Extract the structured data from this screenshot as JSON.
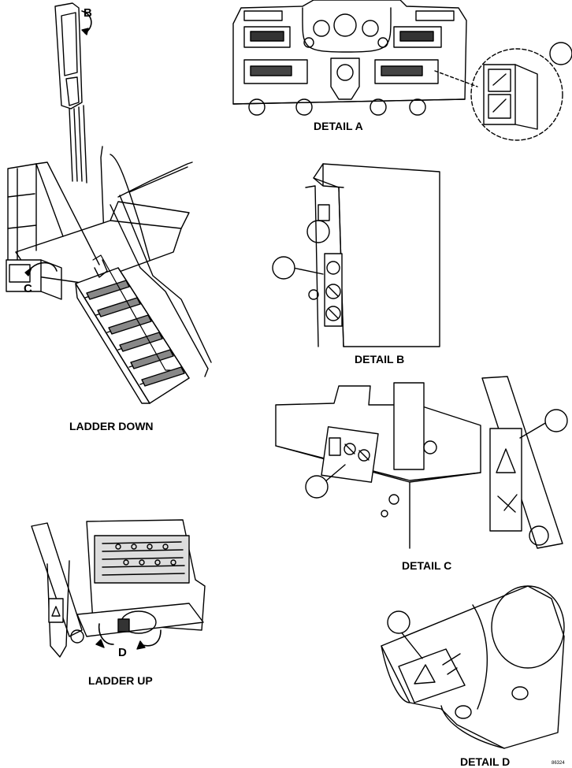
{
  "labels": {
    "detail_a": "DETAIL A",
    "detail_b": "DETAIL B",
    "detail_c": "DETAIL C",
    "detail_d": "DETAIL D",
    "ladder_down": "LADDER DOWN",
    "ladder_up": "LADDER UP"
  },
  "callouts": {
    "b": "B",
    "c": "C",
    "d": "D"
  },
  "figure_number": "86324"
}
